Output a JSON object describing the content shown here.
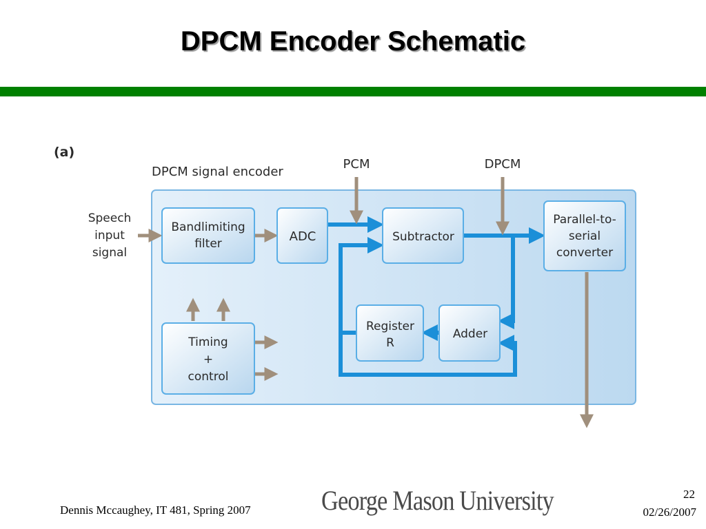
{
  "slide": {
    "title": "DPCM Encoder Schematic",
    "page_number": "22",
    "date": "02/26/2007",
    "author_line": "Dennis Mccaughey, IT 481, Spring 2007",
    "logo_text": "George Mason University"
  },
  "diagram": {
    "panel_label": "(a)",
    "encoder_label": "DPCM signal encoder",
    "input_label": [
      "Speech",
      "input",
      "signal"
    ],
    "pcm_label": "PCM",
    "dpcm_label": "DPCM",
    "blocks": {
      "bandlimiting": [
        "Bandlimiting",
        "filter"
      ],
      "adc": "ADC",
      "subtractor": "Subtractor",
      "p2s": [
        "Parallel-to-",
        "serial",
        "converter"
      ],
      "register": [
        "Register",
        "R"
      ],
      "adder": "Adder",
      "timing": [
        "Timing",
        "+",
        "control"
      ]
    }
  },
  "colors": {
    "green_bar": "#008000",
    "signal_blue": "#1b8fd8",
    "control_arrow": "#a08f7c",
    "panel_fill": "#cfe4f5"
  }
}
